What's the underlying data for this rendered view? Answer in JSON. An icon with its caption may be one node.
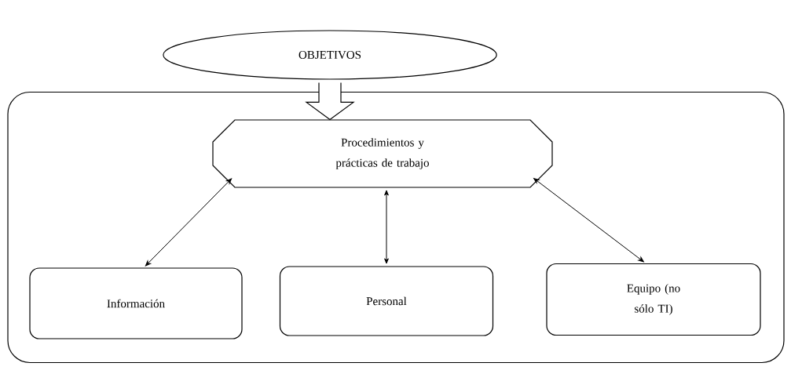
{
  "diagram": {
    "nodes": [
      {
        "text": [
          "OBJETIVOS"
        ]
      },
      {
        "text": [],
        "shape": "box"
      },
      {
        "text": [
          "Procedimientos y prácticas de trabajo"
        ],
        "in": 1
      },
      {
        "text": [
          "Información"
        ],
        "in": 1
      },
      {
        "text": [
          "Personal"
        ],
        "in": 1
      },
      {
        "text": [
          "Equipo (no sólo TI)"
        ],
        "in": 1
      }
    ],
    "edges": [
      {
        "from": 0,
        "to": 2,
        "arrow": "to",
        "style": "thick"
      },
      {
        "from": 2,
        "to": 3,
        "arrow": "both"
      },
      {
        "from": 2,
        "to": 4,
        "arrow": "both"
      },
      {
        "from": 2,
        "to": 5,
        "arrow": "both"
      }
    ]
  }
}
